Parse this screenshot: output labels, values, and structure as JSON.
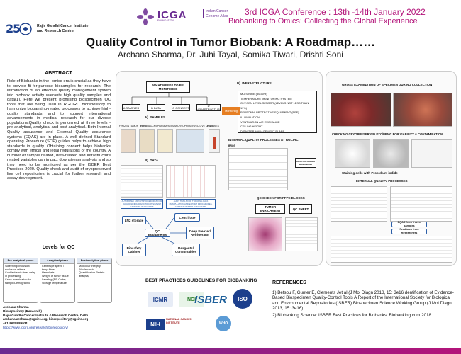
{
  "header": {
    "rgci_number": "25",
    "rgci_name": "Rajiv Gandhi Cancer Institute and Research Centre",
    "icga_word": "ICGA",
    "icga_sub": "FOUNDATION",
    "icga_atlas": "Indian Cancer Genome Atlas",
    "conf_title": "3rd ICGA Conference : 13th -14th January 2022",
    "conf_subtitle": "Biobanking to Omics: Collecting the Global Experience",
    "title": "Quality Control in Tumor Biobank: A Roadmap……",
    "authors": "Archana Sharma, Dr. Juhi Tayal, Somika Tiwari, Drishti Soni"
  },
  "abstract": {
    "heading": "ABSTRACT",
    "text": "Role of Biobanks in the -omics era is crucial as they have to provide fit-for-purpose biosamples for research. The introduction of an effective quality management system into biobank activity warrants high quality samples and data(1). Here we present promising biospecimen QC tools that are being used in RGCIRC biorepository to harmonize biobanking-related processes to achieve high-quality standards and to support international advancements in medical research for our diverse populations.Quality check is performed at three levels -pre-analytical, analytical and post analytical. Both Internal Quality assurance and External Quality assurance systems (EQAS) are in place. A well defined Standard operating Procedure (SOP) guides helps to achieve high standards in quality. Obtaining consent helps biobanks comply with ethical and legal regulations of the country. A number of sample related, data-related and Infrastructure related variables can impact downstream analysis and so they need to be monitored as per the ISBER Best Practices 2020. Quality check and audit of cryopreserved live cell repositories is crucial for further research and assay development."
  },
  "levels": {
    "heading": "Levels for QC",
    "pre": {
      "title": "Pre-analytical phase",
      "items": [
        "Screening/ Inclusion/ exclusion criteria",
        "Cold ischemic time/ delay in processing",
        "Cross examination for sample/Demographic"
      ]
    },
    "ana": {
      "title": "Analytical phase",
      "items": [
        "Centrifuge speed / temp./time",
        "Hemolysis",
        "Weight of tumor tissue",
        "Labeling (RR Code)",
        "Storage temperature"
      ]
    },
    "post": {
      "title": "Post analytical phase",
      "items": [
        "Molecular integrity (Nucleic acid Quantification Protein analysis)"
      ]
    }
  },
  "contact": {
    "name": "Archana Sharma",
    "dept": "Biorepository (Research)",
    "inst": "Rajiv Gandhi Cancer Institute & Research Centre, Delhi",
    "email": "archana.archana@rgcirc.org, biorepository@rgcirc.org",
    "phone": "+91-8628989931",
    "url": "https://www.rgcirc.org/research/biorepository/"
  },
  "center": {
    "monitor_box": "WHAT NEEDS TO BE MONITORED",
    "boxes": [
      "A SAMPLES",
      "B DATA",
      "C CONSENT",
      "D INFRASTRUCTURE"
    ],
    "samples_heading": "A). SAMPLES",
    "sample_types": [
      "FROZEN TUMOR TISSUE",
      "FFPE BLOCKS",
      "PLASMA/SERUM",
      "CRYOPRESERVED LIVE CELL LINES",
      "PBMC"
    ],
    "data_heading": "B). DATA",
    "data_notes": [
      "AUTOMATED EXPORT PROCEDURES FOR DATA DOWNLOAD AND TO CONSISTENT DATA WITH IN RECORDS",
      "AUDIT TRAILS FOR TRACKING DATA MANIPULATION AND EXPORT PROCEDURES, CREATED MASTER DATASHEETS"
    ],
    "infra_heading": "D). INFRASTRUCTURE",
    "monitoring": "Monitoring",
    "infra_items": [
      "MOISTURE (30-50%)",
      "TEMPERATURE MONITORING SYSTEM",
      "OXYGEN LEVEL SENSOR (LEVELS NOT LESS THAN 19%)",
      "PERSONAL PROTECTIVE EQUIPMENT (PPE)",
      "ILLUMINATION",
      "VENTILATION AIR EXCHANGE",
      "CEILING HEIGHT",
      "DISASTER MANAGEMENT PLANS"
    ],
    "iqp_heading": "INTERNAL QUALITY PROCESSES AT RGCIRC",
    "ffpe_heading": "QC CHECK FOR FFPE BLOCKS",
    "tumor_enrich": "TUMOR ENRICHMENT",
    "qc_sheet": "QC SHEET",
    "ln2": "LN2 storage",
    "centrifuge": "Centrifuge",
    "qc_equipments": "QC Equipments",
    "deep_freezer": "Deep Freezer/ Refrigerator",
    "biosafety": "Biosafety Cabinet",
    "reagents": "Reagents/ Consumables",
    "brqs": "BRQS",
    "ohsi": "OHSS FOR HIGHER BIOBANKING"
  },
  "right": {
    "gross_heading": "GROSS EXAMINATION OF SPECIMEN DURING COLLECTION",
    "cryo_heading": "CHECKING CRYOPRESERVED DTC/PBMC FOR VIABILITY & CONTAMINATION",
    "staining": "Staining cells with Propidium iodide",
    "eqp_heading": "EXTERNAL QUALITY PROCESSES",
    "fqa": "EQAS from frozen samples",
    "feedback": "Feedback from Researchers"
  },
  "bottom": {
    "bp_title": "BEST PRACTICES GUIDELINES FOR BIOBANKING",
    "logos": [
      "ICMR",
      "NCI",
      "ISBER",
      "ISO",
      "NIH",
      "NATIONAL CANCER INSTITUTE",
      "WHO"
    ],
    "ref_title": "REFERENCES",
    "ref1": "1).Betsou F, Gunter E, Clements Jet al (J Mol Diagn 2013, 15: 3e16 dentification of Evidence-Based Biospecimen Quality-Control Tools A Report of the International Society for Biological and Environmental Repositories (ISBER) Biospecimen Science Working Group (J Mol Diagn 2013, 15: 3e16)",
    "ref2": "2).Biobanking Science: ISBER Best Practices for Biobanks. Biobanking.com.2018"
  },
  "colors": {
    "accent": "#b3147a",
    "icga": "#6a2c91",
    "blue": "#2c5fa8",
    "red": "#c0392b"
  }
}
